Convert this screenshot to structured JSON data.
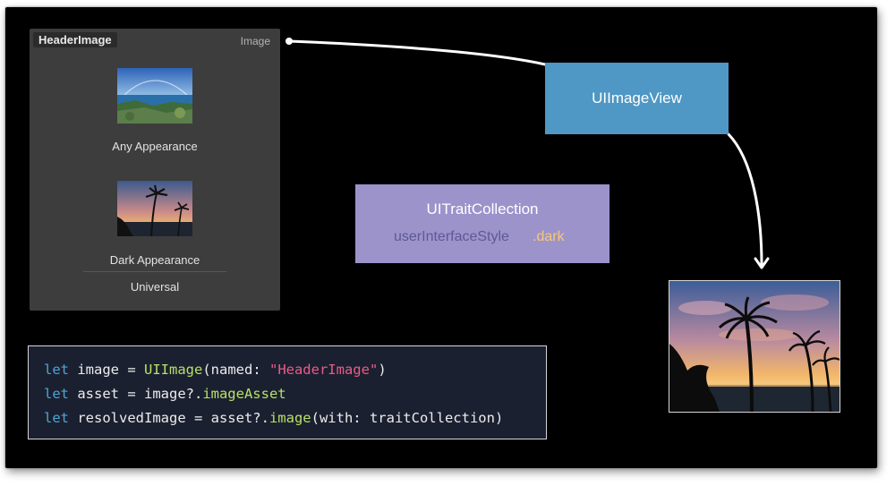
{
  "asset_catalog": {
    "name": "HeaderImage",
    "type": "Image",
    "any_label": "Any Appearance",
    "dark_label": "Dark Appearance",
    "universal_label": "Universal"
  },
  "image_view": {
    "label": "UIImageView"
  },
  "trait_collection": {
    "title": "UITraitCollection",
    "property": "userInterfaceStyle",
    "value": ".dark"
  },
  "code": {
    "line1": {
      "kw": "let",
      "a": " image = ",
      "fn": "UIImage",
      "b": "(named: ",
      "str": "\"HeaderImage\"",
      "c": ")"
    },
    "line2": {
      "kw": "let",
      "a": " asset = image?.",
      "fn": "imageAsset"
    },
    "line3": {
      "kw": "let",
      "a": " resolvedImage = asset?.",
      "fn": "image",
      "b": "(with: traitCollection)"
    }
  },
  "colors": {
    "image_view_box": "#4f97c4",
    "trait_box": "#9c93cb",
    "trait_value": "#f5c97a",
    "code_background": "#1b2030",
    "code_keyword": "#4ea4d4",
    "code_function": "#b6e06a",
    "code_string": "#e85b86"
  }
}
